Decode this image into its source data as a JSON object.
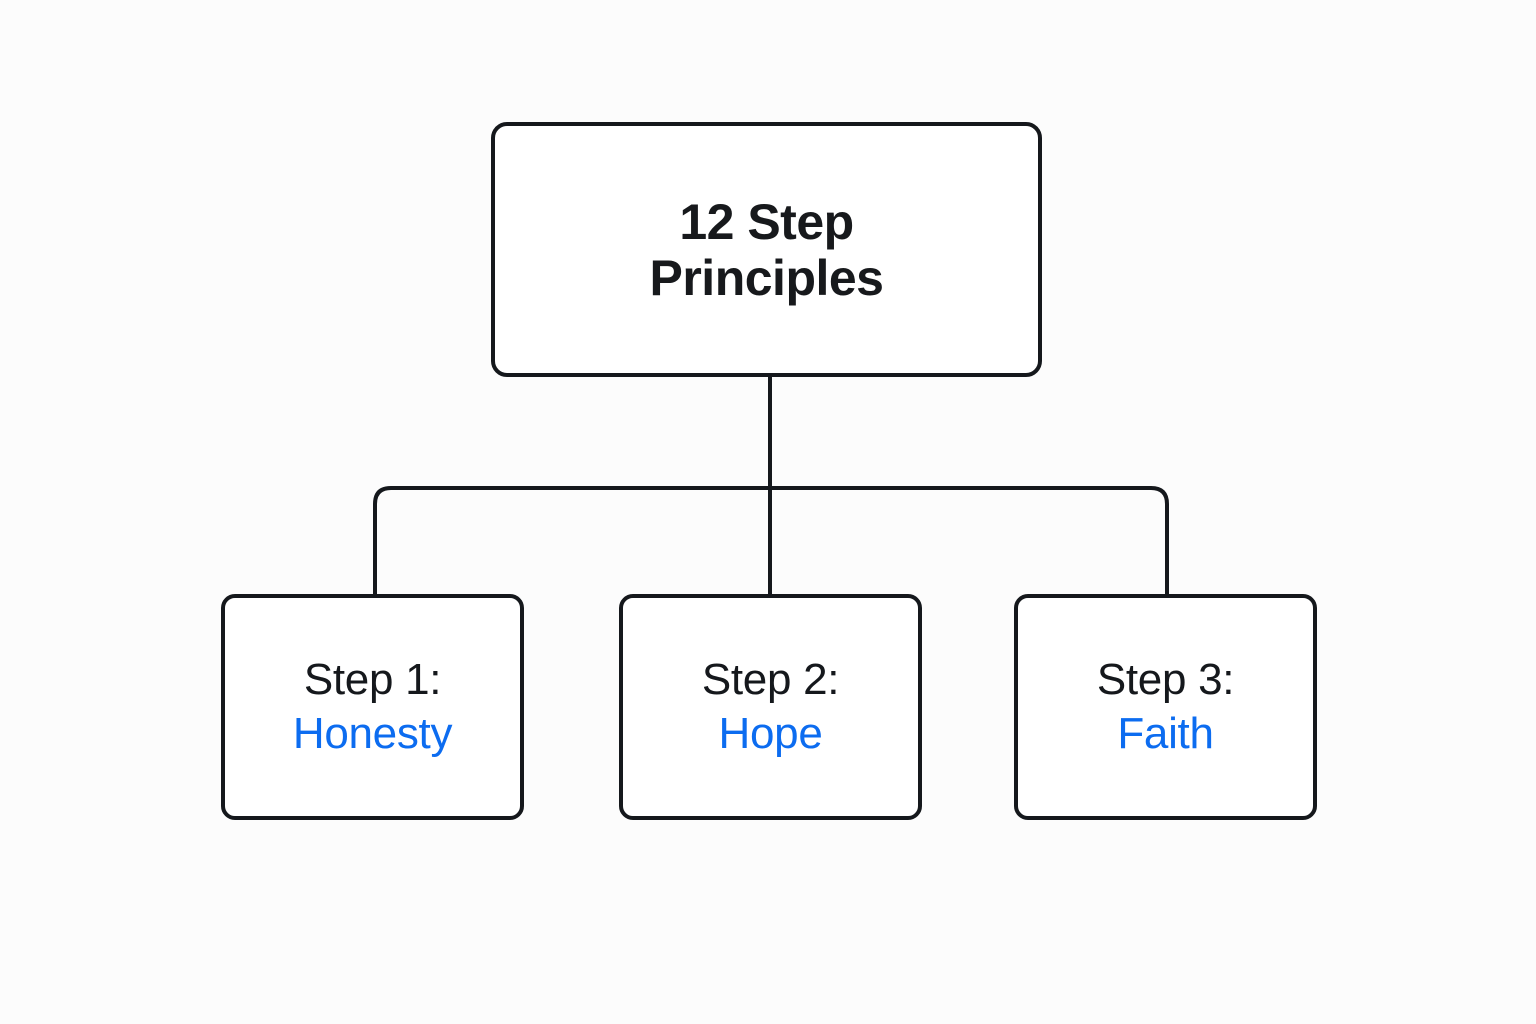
{
  "diagram": {
    "type": "tree-hierarchy",
    "background_color": "#fcfcfc",
    "line_color": "#15181c",
    "accent_color": "#0c6cf0",
    "text_color": "#15181c",
    "root": {
      "title": "12 Step\nPrinciples",
      "title_line_1": "12 Step",
      "title_line_2": "Principles"
    },
    "children": [
      {
        "label": "Step 1:",
        "value": "Honesty"
      },
      {
        "label": "Step 2:",
        "value": "Hope"
      },
      {
        "label": "Step 3:",
        "value": "Faith"
      }
    ]
  }
}
